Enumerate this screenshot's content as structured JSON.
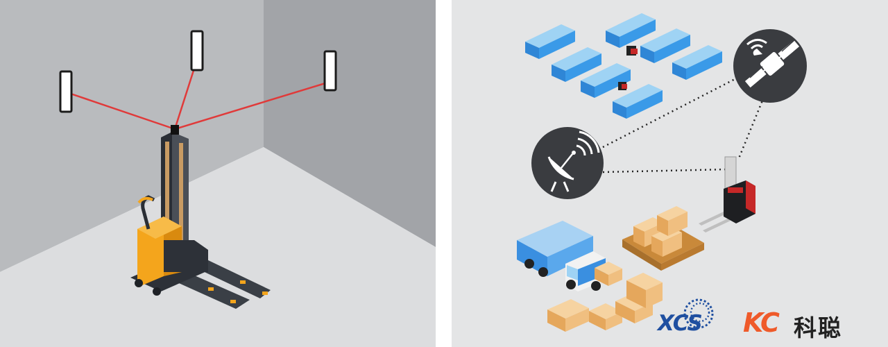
{
  "logos": {
    "xcs": "XCS",
    "kc": "KC",
    "kc_cn": "科聪"
  },
  "colors": {
    "laser": "#e03a3a",
    "forklift_body": "#f4a51c",
    "rack_blue": "#3a8fe0",
    "kc_orange": "#ef5a2a",
    "xcs_blue": "#1f4fa0"
  },
  "icons": [
    "reflector-icon",
    "satellite-dish-icon",
    "satellite-icon",
    "forklift-icon",
    "truck-icon",
    "box-icon"
  ]
}
